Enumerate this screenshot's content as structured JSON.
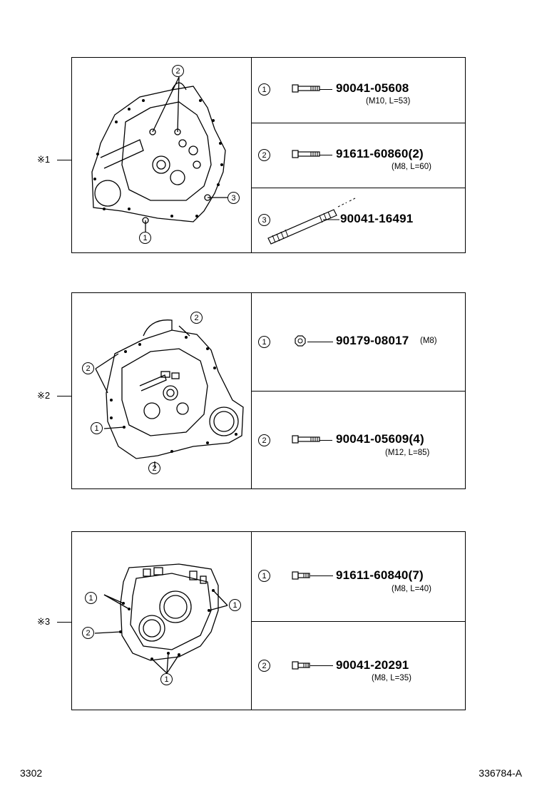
{
  "sections": [
    {
      "mark": "※1",
      "rows": [
        {
          "num": "1",
          "part": "90041-05608",
          "qty": "",
          "spec": "(M10, L=53)"
        },
        {
          "num": "2",
          "part": "91611-60860",
          "qty": "(2)",
          "spec": "(M8, L=60)"
        },
        {
          "num": "3",
          "part": "90041-16491",
          "qty": "",
          "spec": ""
        }
      ],
      "callouts": [
        "2",
        "3",
        "1"
      ]
    },
    {
      "mark": "※2",
      "rows": [
        {
          "num": "1",
          "part": "90179-08017",
          "qty": "",
          "spec": "(M8)"
        },
        {
          "num": "2",
          "part": "90041-05609",
          "qty": "(4)",
          "spec": "(M12, L=85)"
        }
      ],
      "callouts": [
        "2",
        "2",
        "1",
        "2"
      ]
    },
    {
      "mark": "※3",
      "rows": [
        {
          "num": "1",
          "part": "91611-60840",
          "qty": "(7)",
          "spec": "(M8, L=40)"
        },
        {
          "num": "2",
          "part": "90041-20291",
          "qty": "",
          "spec": "(M8, L=35)"
        }
      ],
      "callouts": [
        "1",
        "1",
        "2",
        "1"
      ]
    }
  ],
  "footer": {
    "left": "3302",
    "right": "336784-A"
  }
}
